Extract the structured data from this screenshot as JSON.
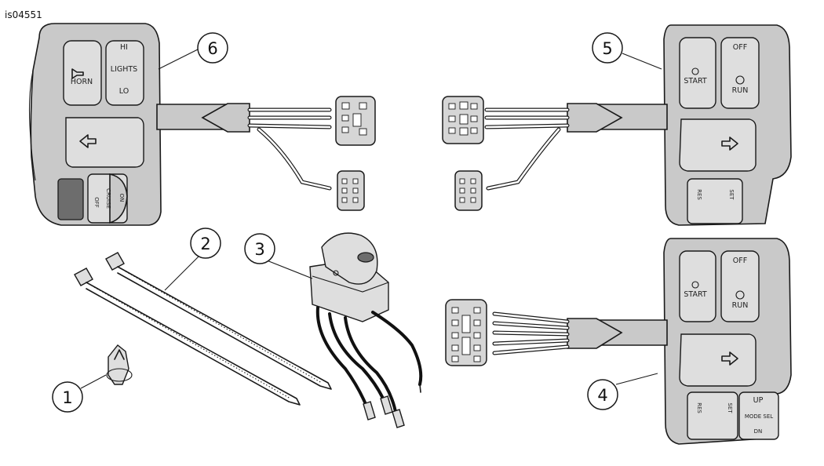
{
  "figure_id": "is04551",
  "callouts": [
    "1",
    "2",
    "3",
    "4",
    "5",
    "6"
  ],
  "left_housing": {
    "horn": "HORN",
    "hi": "HI",
    "lights": "LIGHTS",
    "lo": "LO",
    "off": "OFF",
    "cruise": "CRUISE",
    "on": "ON"
  },
  "right_housing_upper": {
    "start": "START",
    "off": "OFF",
    "run": "RUN",
    "res": "RES",
    "set": "SET"
  },
  "right_housing_lower": {
    "start": "START",
    "off": "OFF",
    "run": "RUN",
    "res": "RES",
    "set": "SET",
    "up": "UP",
    "mode_sel": "MODE SEL",
    "dn": "DN"
  }
}
